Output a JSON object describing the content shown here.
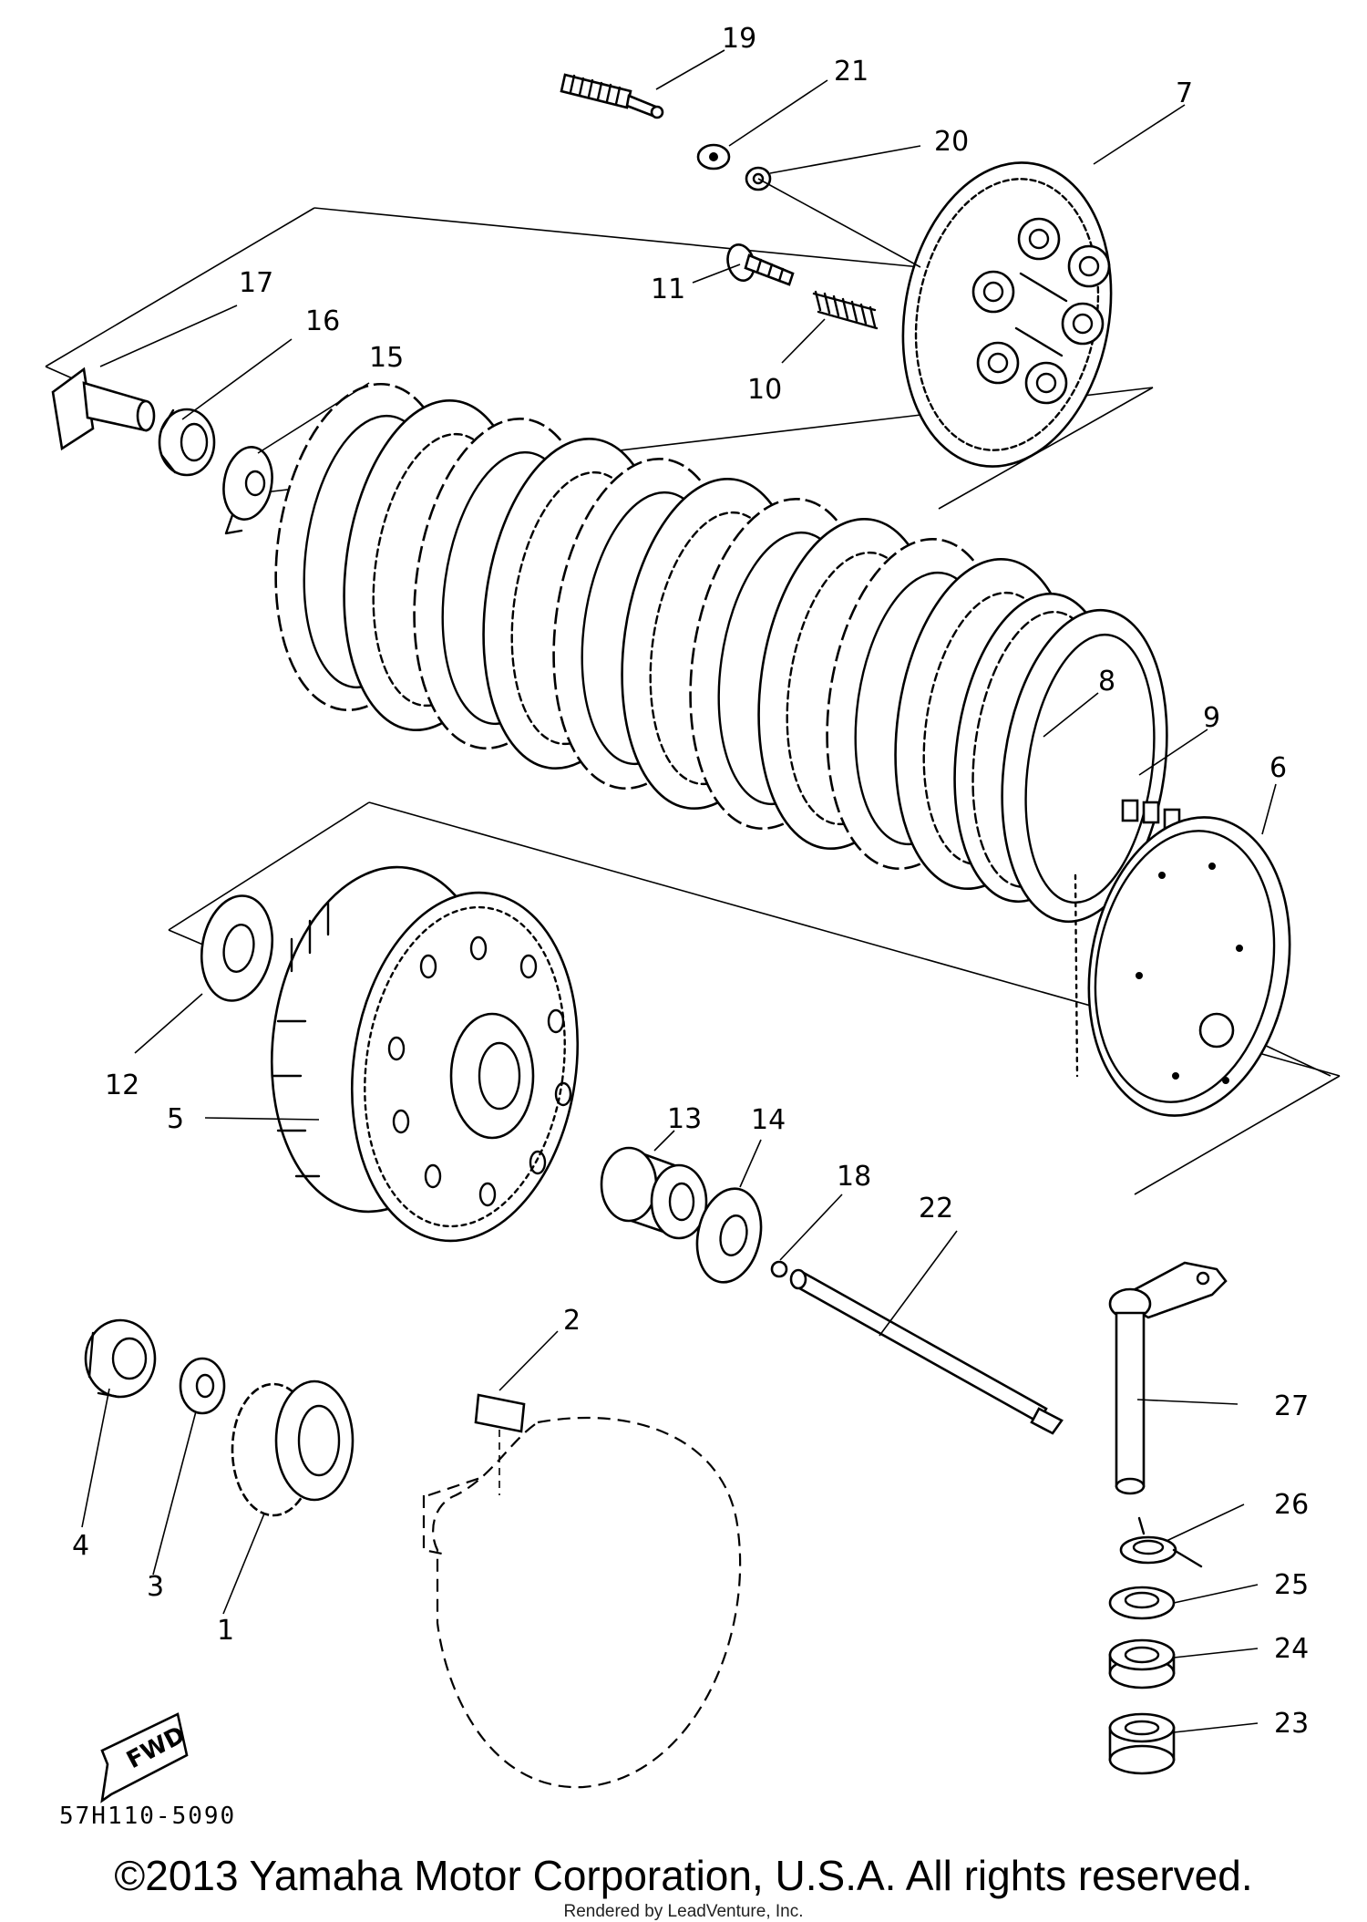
{
  "drawing_code": "57H110-5090",
  "fwd_label": "FWD",
  "copyright": "©2013 Yamaha Motor Corporation, U.S.A. All rights reserved.",
  "rendered_by": "Rendered by LeadVenture, Inc.",
  "callouts": {
    "c1": "1",
    "c2": "2",
    "c3": "3",
    "c4": "4",
    "c5": "5",
    "c6": "6",
    "c7": "7",
    "c8": "8",
    "c9": "9",
    "c10": "10",
    "c11": "11",
    "c12": "12",
    "c13": "13",
    "c14": "14",
    "c15": "15",
    "c16": "16",
    "c17": "17",
    "c18": "18",
    "c19": "19",
    "c20": "20",
    "c21": "21",
    "c22": "22",
    "c23": "23",
    "c24": "24",
    "c25": "25",
    "c26": "26",
    "c27": "27"
  }
}
